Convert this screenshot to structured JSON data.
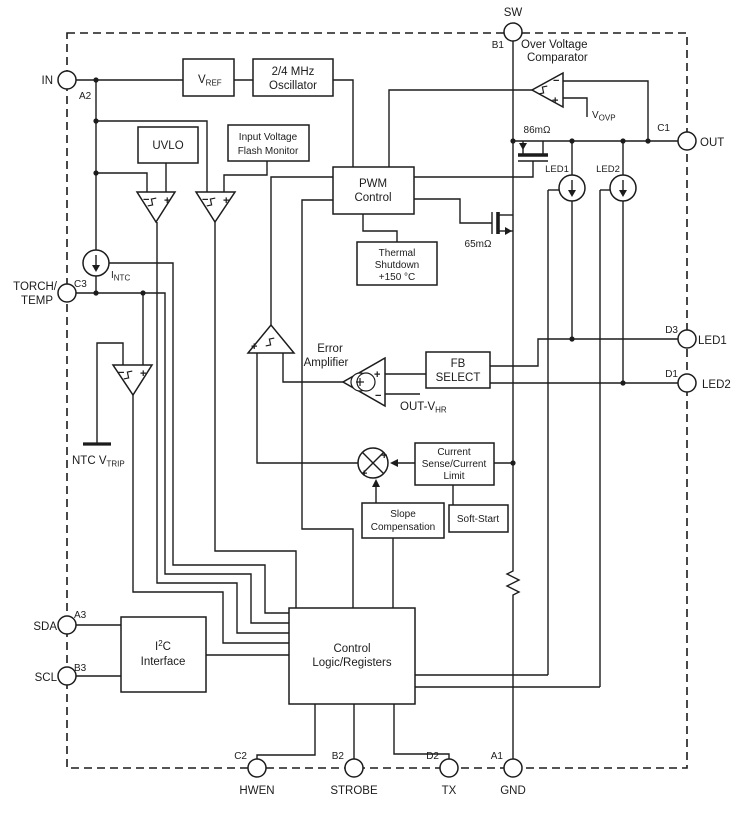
{
  "pins": {
    "sw": {
      "label": "SW",
      "code": "B1"
    },
    "in": {
      "label": "IN",
      "code": "A2"
    },
    "out": {
      "label": "OUT",
      "code": "C1"
    },
    "torch": {
      "line1": "TORCH/",
      "line2": "TEMP",
      "code": "C3"
    },
    "led1": {
      "label": "LED1",
      "code": "D3"
    },
    "led2": {
      "label": "LED2",
      "code": "D1"
    },
    "sda": {
      "label": "SDA",
      "code": "A3"
    },
    "scl": {
      "label": "SCL",
      "code": "B3"
    },
    "hwen": {
      "label": "HWEN",
      "code": "C2"
    },
    "strobe": {
      "label": "STROBE",
      "code": "B2"
    },
    "tx": {
      "label": "TX",
      "code": "D2"
    },
    "gnd": {
      "label": "GND",
      "code": "A1"
    }
  },
  "blocks": {
    "vref": {
      "main": "V",
      "sub": "REF"
    },
    "osc": {
      "line1": "2/4 MHz",
      "line2": "Oscillator"
    },
    "uvlo": {
      "label": "UVLO"
    },
    "ivfm": {
      "line1": "Input Voltage",
      "line2": "Flash Monitor"
    },
    "pwm": {
      "line1": "PWM",
      "line2": "Control"
    },
    "thermal": {
      "line1": "Thermal",
      "line2": "Shutdown",
      "line3": "+150 °C"
    },
    "fbselect": {
      "line1": "FB",
      "line2": "SELECT"
    },
    "cursense": {
      "line1": "Current",
      "line2": "Sense/Current",
      "line3": "Limit"
    },
    "slope": {
      "line1": "Slope",
      "line2": "Compensation"
    },
    "softstart": {
      "label": "Soft-Start"
    },
    "i2c": {
      "p1": "I",
      "p2": "2",
      "p3": "C",
      "line2": "Interface"
    },
    "ctrl": {
      "line1": "Control",
      "line2": "Logic/Registers"
    }
  },
  "labels": {
    "ovc1": "Over Voltage",
    "ovc2": "Comparator",
    "vovp_main": "V",
    "vovp_sub": "OVP",
    "r86": "86mΩ",
    "r65": "65mΩ",
    "led1_src": "LED1",
    "led2_src": "LED2",
    "intc_main": "I",
    "intc_sub": "NTC",
    "ntcvtrip_main": "NTC V",
    "ntcvtrip_sub": "TRIP",
    "err1": "Error",
    "err2": "Amplifier",
    "outvhr_main": "OUT-V",
    "outvhr_sub": "HR"
  },
  "signs": {
    "plus": "+",
    "minus": "−"
  }
}
